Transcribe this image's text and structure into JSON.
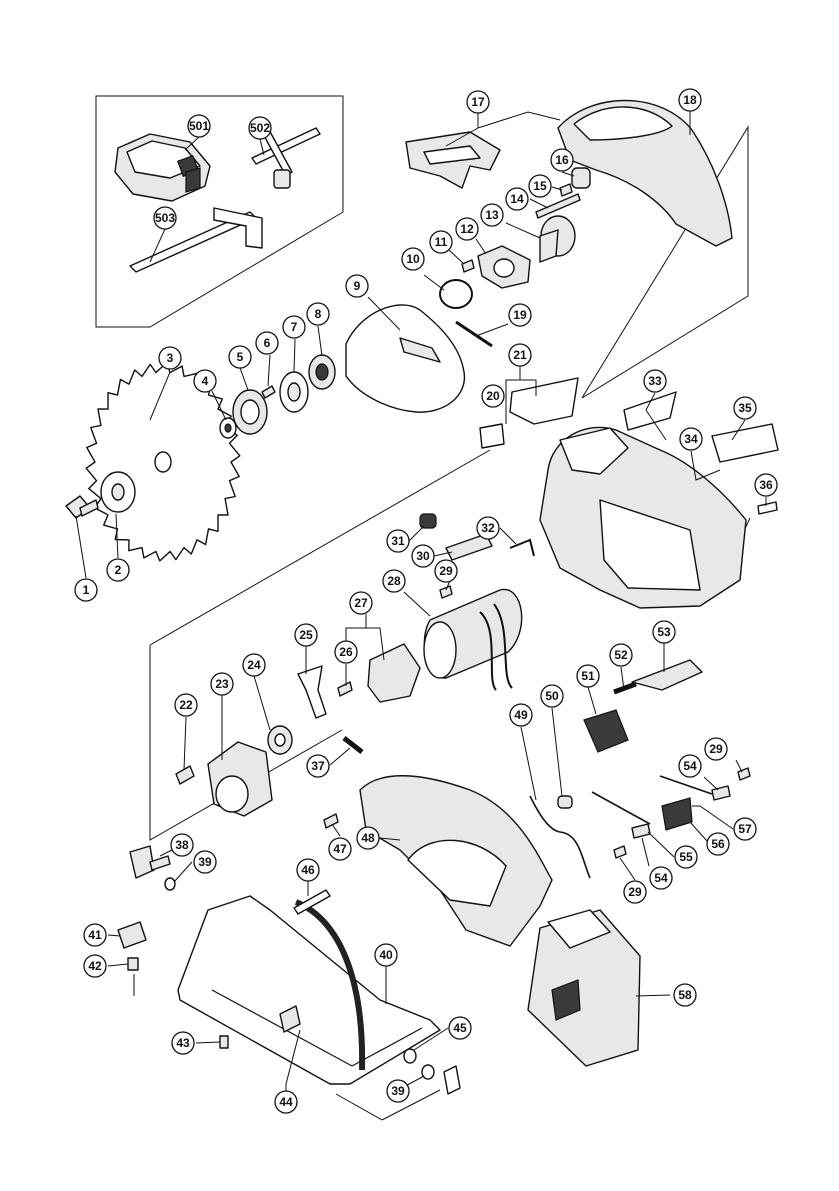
{
  "callouts": [
    {
      "id": "c501",
      "label": "501"
    },
    {
      "id": "c502",
      "label": "502"
    },
    {
      "id": "c503",
      "label": "503"
    },
    {
      "id": "c17",
      "label": "17"
    },
    {
      "id": "c18",
      "label": "18"
    },
    {
      "id": "c16",
      "label": "16"
    },
    {
      "id": "c15",
      "label": "15"
    },
    {
      "id": "c14",
      "label": "14"
    },
    {
      "id": "c13",
      "label": "13"
    },
    {
      "id": "c12",
      "label": "12"
    },
    {
      "id": "c11",
      "label": "11"
    },
    {
      "id": "c10",
      "label": "10"
    },
    {
      "id": "c9",
      "label": "9"
    },
    {
      "id": "c19",
      "label": "19"
    },
    {
      "id": "c8",
      "label": "8"
    },
    {
      "id": "c7",
      "label": "7"
    },
    {
      "id": "c6",
      "label": "6"
    },
    {
      "id": "c5",
      "label": "5"
    },
    {
      "id": "c4",
      "label": "4"
    },
    {
      "id": "c3",
      "label": "3"
    },
    {
      "id": "c21",
      "label": "21"
    },
    {
      "id": "c20",
      "label": "20"
    },
    {
      "id": "c33",
      "label": "33"
    },
    {
      "id": "c35",
      "label": "35"
    },
    {
      "id": "c34",
      "label": "34"
    },
    {
      "id": "c36",
      "label": "36"
    },
    {
      "id": "c1",
      "label": "1"
    },
    {
      "id": "c2",
      "label": "2"
    },
    {
      "id": "c31",
      "label": "31"
    },
    {
      "id": "c32",
      "label": "32"
    },
    {
      "id": "c30",
      "label": "30"
    },
    {
      "id": "c29a",
      "label": "29"
    },
    {
      "id": "c27",
      "label": "27"
    },
    {
      "id": "c28",
      "label": "28"
    },
    {
      "id": "c25",
      "label": "25"
    },
    {
      "id": "c26",
      "label": "26"
    },
    {
      "id": "c53",
      "label": "53"
    },
    {
      "id": "c52",
      "label": "52"
    },
    {
      "id": "c51",
      "label": "51"
    },
    {
      "id": "c24",
      "label": "24"
    },
    {
      "id": "c23",
      "label": "23"
    },
    {
      "id": "c22",
      "label": "22"
    },
    {
      "id": "c50",
      "label": "50"
    },
    {
      "id": "c49",
      "label": "49"
    },
    {
      "id": "c37",
      "label": "37"
    },
    {
      "id": "c29b",
      "label": "29"
    },
    {
      "id": "c54a",
      "label": "54"
    },
    {
      "id": "c57",
      "label": "57"
    },
    {
      "id": "c47",
      "label": "47"
    },
    {
      "id": "c48",
      "label": "48"
    },
    {
      "id": "c56",
      "label": "56"
    },
    {
      "id": "c55",
      "label": "55"
    },
    {
      "id": "c38",
      "label": "38"
    },
    {
      "id": "c39a",
      "label": "39"
    },
    {
      "id": "c54b",
      "label": "54"
    },
    {
      "id": "c29c",
      "label": "29"
    },
    {
      "id": "c46",
      "label": "46"
    },
    {
      "id": "c41",
      "label": "41"
    },
    {
      "id": "c42",
      "label": "42"
    },
    {
      "id": "c40",
      "label": "40"
    },
    {
      "id": "c58",
      "label": "58"
    },
    {
      "id": "c45",
      "label": "45"
    },
    {
      "id": "c43",
      "label": "43"
    },
    {
      "id": "c39b",
      "label": "39"
    },
    {
      "id": "c44",
      "label": "44"
    }
  ]
}
